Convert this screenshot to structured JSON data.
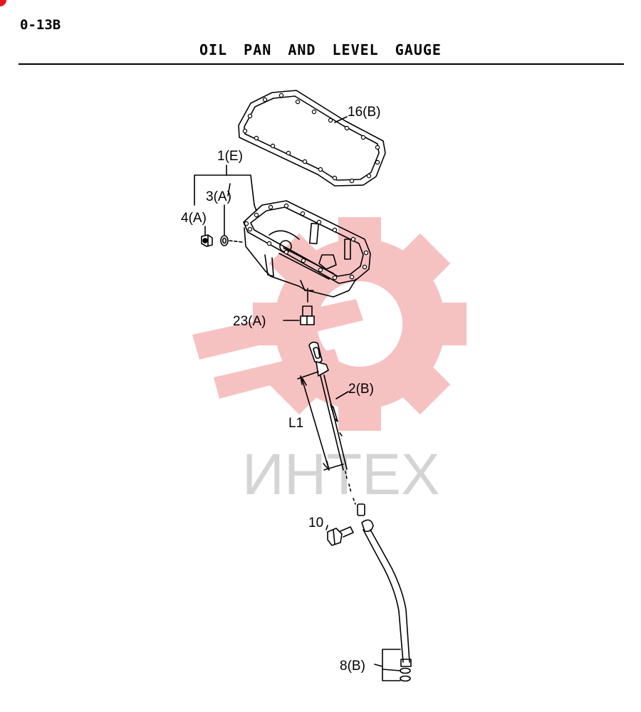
{
  "header": {
    "page_code": "0-13B",
    "title": "OIL PAN AND LEVEL GAUGE"
  },
  "watermark": {
    "text": "ИНТЕХ",
    "color": "#f09090",
    "icon": "gear-wrench-logo-icon"
  },
  "callouts": {
    "gasket": "16(B)",
    "oil_pan_kit": "1(E)",
    "washer": "3(A)",
    "drain_plug": "4(A)",
    "pan_bolt": "23(A)",
    "dipstick": "2(B)",
    "length": "L1",
    "guide_bolt": "10",
    "o_rings": "8(B)"
  },
  "colors": {
    "badge": "#e8141c",
    "line": "#000000"
  }
}
